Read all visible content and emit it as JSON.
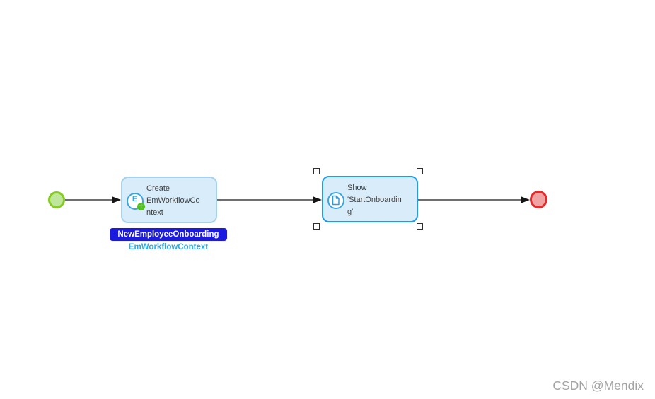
{
  "diagram": {
    "create_activity": {
      "caption": "Create\nEmWorkflowCo\nntext",
      "icon_letter": "E",
      "plus_glyph": "+",
      "entity_badge": "NewEmployeeOnboarding",
      "entity_name": "EmWorkflowContext"
    },
    "show_page_activity": {
      "caption": "Show\n'StartOnboardin\ng'",
      "selected": true
    }
  },
  "colors": {
    "start_event_fill": "#bfe79b",
    "start_event_border": "#84cc20",
    "end_event_fill": "#f1a2a2",
    "end_event_border": "#e62a2a",
    "activity_fill": "#d9ecf9",
    "activity_border": "#a5d3ed",
    "selected_activity_border": "#1e9ce8",
    "entity_badge_background": "#1b1ae1",
    "entity_name_text": "#2babe3",
    "icon_blue": "#3aa6df",
    "icon_green": "#4cc41d",
    "connector": "#3e3e3e"
  },
  "watermark": "CSDN @Mendix"
}
